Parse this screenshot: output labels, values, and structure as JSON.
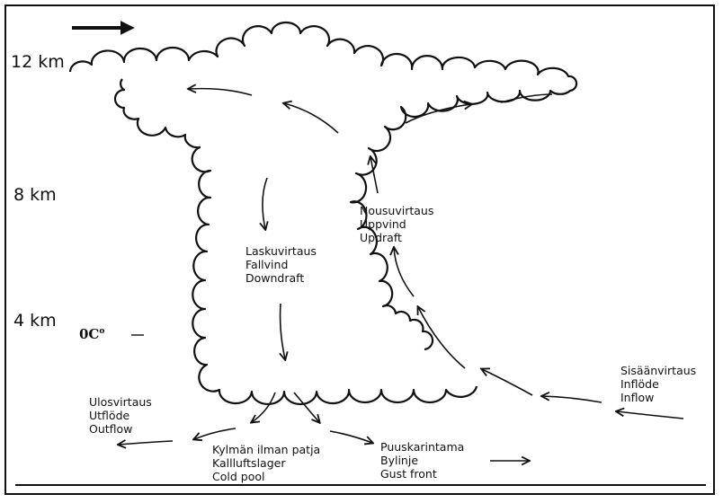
{
  "diagram": {
    "title": "Thunderstorm cell structure",
    "altitude_labels": [
      "12 km",
      "8 km",
      "4 km"
    ],
    "freezing_level": {
      "label": "0C",
      "superscript": "o"
    },
    "motion_arrow": "storm-motion-direction-right",
    "regions": {
      "downdraft": [
        "Laskuvirtaus",
        "Fallvind",
        "Downdraft"
      ],
      "updraft": [
        "Nousuvirtaus",
        "Uppvind",
        "Updraft"
      ],
      "inflow": [
        "Sisäänvirtaus",
        "Inflöde",
        "Inflow"
      ],
      "outflow": [
        "Ulosvirtaus",
        "Utflöde",
        "Outflow"
      ],
      "cold_pool": [
        "Kylmän ilman patja",
        "Kallluftslager",
        "Cold pool"
      ],
      "gust_front": [
        "Puuskarintama",
        "Bylinje",
        "Gust front"
      ]
    },
    "colors": {
      "ink": "#111111",
      "background": "#ffffff"
    }
  }
}
